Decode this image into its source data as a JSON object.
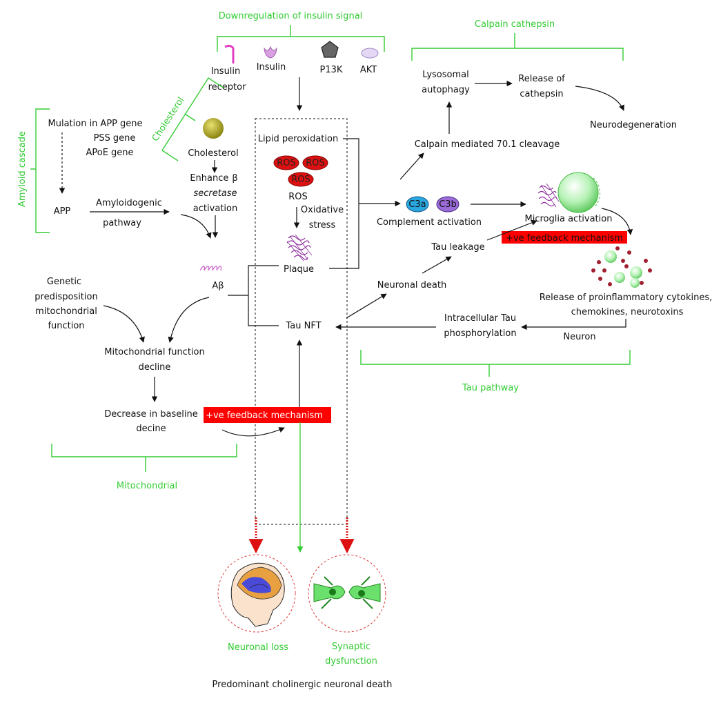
{
  "brackets": {
    "insulin": "Downregulation of insulin signal",
    "calpain": "Calpain cathepsin",
    "cholesterol": "Cholesterol",
    "amyloid": "Amyloid cascade",
    "tau": "Tau pathway",
    "mito": "Mitochondrial"
  },
  "insulin_row": {
    "receptor_1": "Insulin",
    "receptor_2": "receptor",
    "insulin": "Insulin",
    "p13k": "P13K",
    "akt": "AKT"
  },
  "cholesterol_node": "Cholesterol",
  "enhance": {
    "line1_prefix": "Enhance",
    "line1_symbol": "β",
    "line2": "secretase",
    "line3": "activation"
  },
  "mutation": {
    "l1_pre": "Mulation in",
    "l1_it": "APP",
    "l1_post": "gene",
    "l2_it": "PSS",
    "l2_post": "gene",
    "l3_it": "APoE",
    "l3_post": "gene"
  },
  "app": "APP",
  "amyloidogenic_1": "Amyloidogenic",
  "amyloidogenic_2": "pathway",
  "abeta": "Aβ",
  "genetic": [
    "Genetic",
    "predisposition",
    "mitochondrial",
    "function"
  ],
  "mito_decline": [
    "Mitochondrial function",
    "decline"
  ],
  "decrease": [
    "Decrease in baseline",
    "decine"
  ],
  "feedback_left": "+ve feedback mechanism",
  "center": {
    "lipid": "Lipid peroxidation",
    "ros_badge": "ROS",
    "ros_label": "ROS",
    "oxidative_1": "Oxidative",
    "oxidative_2": "stress",
    "plaque": "Plaque",
    "tau_nft": "Tau NFT"
  },
  "calpain_path": {
    "lysosomal_1": "Lysosomal",
    "lysosomal_2": "autophagy",
    "release_1": "Release of",
    "release_2": "cathepsin",
    "neurodegeneration": "Neurodegeneration",
    "calpain_cleavage": "Calpain mediated 70.1 cleavage"
  },
  "complement": {
    "c3a": "C3a",
    "c3b": "C3b",
    "label": "Complement activation"
  },
  "microglia": "Microglia activation",
  "feedback_right": "+ve feedback mechanism",
  "tau_leakage": "Tau leakage",
  "neuronal_death": "Neuronal death",
  "release_pro": [
    "Release of proinflammatory cytokines,",
    "chemokines, neurotoxins"
  ],
  "intracellular": [
    "Intracellular Tau",
    "phosphorylation"
  ],
  "neuron": "Neuron",
  "outcomes": {
    "neuronal_loss": "Neuronal loss",
    "synaptic_1": "Synaptic",
    "synaptic_2": "dysfunction"
  },
  "footer": "Predominant cholinergic neuronal death",
  "colors": {
    "bracket_green": "#33cc33",
    "ros_red": "#dd1111",
    "feedback_red": "#ff0000",
    "c3a_blue": "#2aa6e0",
    "c3b_purple": "#9b6bd8",
    "plaque_purple": "#8a2a9a",
    "cholesterol_olive": "#b8b020",
    "microglia_green": "#aef0ae"
  }
}
